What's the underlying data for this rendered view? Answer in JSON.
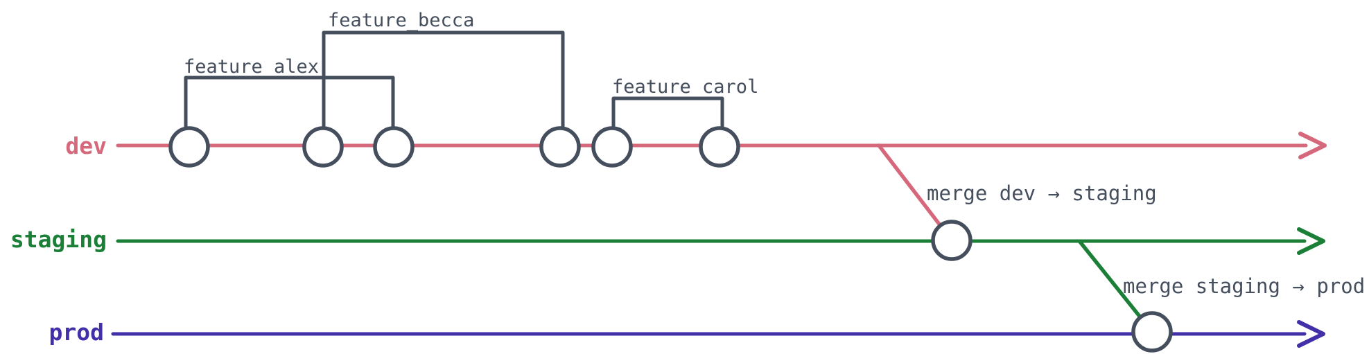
{
  "diagram": {
    "type": "git-branch-flow",
    "ink_color": "#454e5d",
    "commit_fill": "#ffffff",
    "background_color": "#ffffff",
    "branches": [
      {
        "name": "dev",
        "color": "#d5697b",
        "commit_count": 6
      },
      {
        "name": "staging",
        "color": "#1b7f37",
        "commit_count": 1
      },
      {
        "name": "prod",
        "color": "#4130a8",
        "commit_count": 1
      }
    ],
    "features": [
      {
        "label": "feature_alex",
        "spans_commits": 2
      },
      {
        "label": "feature_becca",
        "spans_commits": 2
      },
      {
        "label": "feature_carol",
        "spans_commits": 2
      }
    ],
    "merges": [
      {
        "label": "merge dev → staging",
        "from": "dev",
        "to": "staging"
      },
      {
        "label": "merge staging → prod",
        "from": "staging",
        "to": "prod"
      }
    ]
  }
}
